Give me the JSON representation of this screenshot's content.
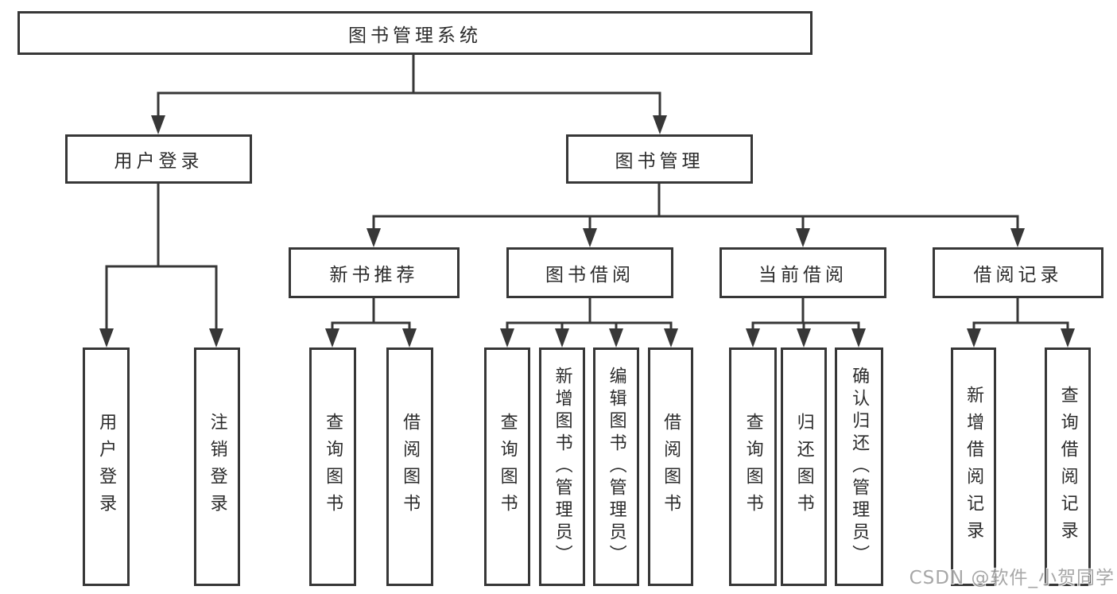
{
  "nodes": {
    "root": {
      "label": "图书管理系统"
    },
    "level2": [
      {
        "label": "用户登录"
      },
      {
        "label": "图书管理"
      }
    ],
    "level3": [
      {
        "label": "新书推荐"
      },
      {
        "label": "图书借阅"
      },
      {
        "label": "当前借阅"
      },
      {
        "label": "借阅记录"
      }
    ],
    "leaves": [
      {
        "label": "用户登录"
      },
      {
        "label": "注销登录"
      },
      {
        "label": "查询图书"
      },
      {
        "label": "借阅图书"
      },
      {
        "label": "查询图书"
      },
      {
        "label": "新增图书（管理员）"
      },
      {
        "label": "编辑图书（管理员）"
      },
      {
        "label": "借阅图书"
      },
      {
        "label": "查询图书"
      },
      {
        "label": "归还图书"
      },
      {
        "label": "确认归还（管理员）"
      },
      {
        "label": "新增借阅记录"
      },
      {
        "label": "查询借阅记录"
      }
    ]
  },
  "watermark": {
    "text": "CSDN @软件_小贺同学"
  },
  "colors": {
    "line": "#373737",
    "box_border": "#373737",
    "text": "#2b2b2b",
    "background": "#ffffff",
    "watermark": "#9b9b9b"
  }
}
